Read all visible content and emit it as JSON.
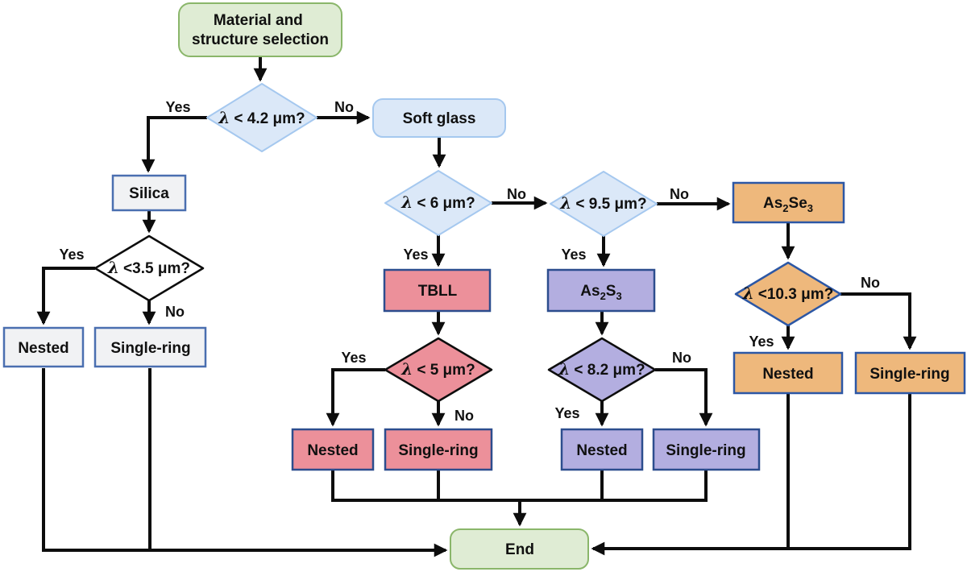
{
  "figure": {
    "type": "flowchart",
    "title": "Material and structure selection flowchart"
  },
  "colors": {
    "green_fill": "#dfecd4",
    "green_stroke": "#8ab66a",
    "blue_fill": "#dbe8f8",
    "blue_stroke": "#a5c8ef",
    "gray_fill": "#f1f2f4",
    "steelblue_stroke": "#4a6fb0",
    "pink_fill": "#ec909a",
    "purple_fill": "#b3aee0",
    "orange_fill": "#eeb87c",
    "navy_stroke": "#2c4d8e",
    "line": "#0d0d0d"
  },
  "nodes": {
    "start": {
      "lines": [
        "Material and",
        "structure selection"
      ]
    },
    "d1": {
      "lambda": "λ",
      "cond": "< 4.2 μm?"
    },
    "softglass": {
      "label": "Soft glass"
    },
    "silica": {
      "label": "Silica"
    },
    "d2": {
      "lambda": "λ",
      "cond": "<3.5 μm?"
    },
    "nested_silica": {
      "label": "Nested"
    },
    "single_silica": {
      "label": "Single-ring"
    },
    "d3": {
      "lambda": "λ",
      "cond": "< 6 μm?"
    },
    "d4": {
      "lambda": "λ",
      "cond": "< 9.5 μm?"
    },
    "tbll": {
      "label": "TBLL"
    },
    "as2s3": {
      "label": "As₂S₃",
      "parts": [
        "As",
        "2",
        "S",
        "3"
      ]
    },
    "as2se3": {
      "label": "As₂Se₃",
      "parts": [
        "As",
        "2",
        "Se",
        "3"
      ]
    },
    "d5": {
      "lambda": "λ",
      "cond": "<10.3 μm?"
    },
    "d6": {
      "lambda": "λ",
      "cond": "< 5 μm?"
    },
    "d7": {
      "lambda": "λ",
      "cond": "< 8.2 μm?"
    },
    "nested_tbll": {
      "label": "Nested"
    },
    "single_tbll": {
      "label": "Single-ring"
    },
    "nested_as2s3": {
      "label": "Nested"
    },
    "single_as2s3": {
      "label": "Single-ring"
    },
    "nested_as2se3": {
      "label": "Nested"
    },
    "single_as2se3": {
      "label": "Single-ring"
    },
    "end": {
      "label": "End"
    }
  },
  "edge_labels": {
    "d1_yes": "Yes",
    "d1_no": "No",
    "d2_yes": "Yes",
    "d2_no": "No",
    "d3_yes": "Yes",
    "d3_no": "No",
    "d4_yes": "Yes",
    "d4_no": "No",
    "d5_yes": "Yes",
    "d5_no": "No",
    "d6_yes": "Yes",
    "d6_no": "No",
    "d7_yes": "Yes",
    "d7_no": "No"
  }
}
